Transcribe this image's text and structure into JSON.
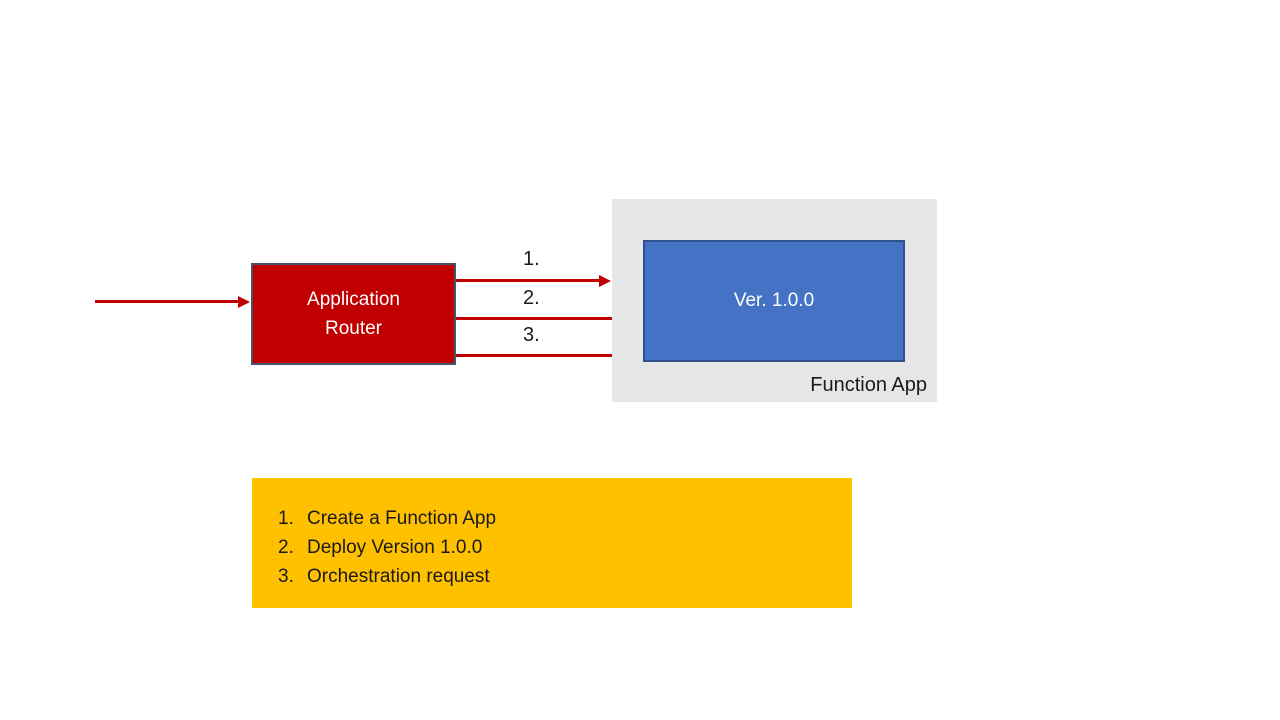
{
  "colors": {
    "red": "#C00000",
    "router_border": "#44546A",
    "blue": "#4472C4",
    "blue_border": "#2F528F",
    "gray": "#E7E6E6",
    "yellow": "#FFC000",
    "ink": "#1A1A1A",
    "white_text": "#FFFFFF"
  },
  "diagram": {
    "router": {
      "label": "Application\nRouter"
    },
    "function_app": {
      "container_label": "Function App",
      "version_label": "Ver. 1.0.0"
    },
    "arrow_labels": [
      "1.",
      "2.",
      "3."
    ]
  },
  "legend": {
    "items": [
      {
        "num": "1.",
        "text": "Create a Function App"
      },
      {
        "num": "2.",
        "text": "Deploy Version 1.0.0"
      },
      {
        "num": "3.",
        "text": "Orchestration request"
      }
    ]
  }
}
